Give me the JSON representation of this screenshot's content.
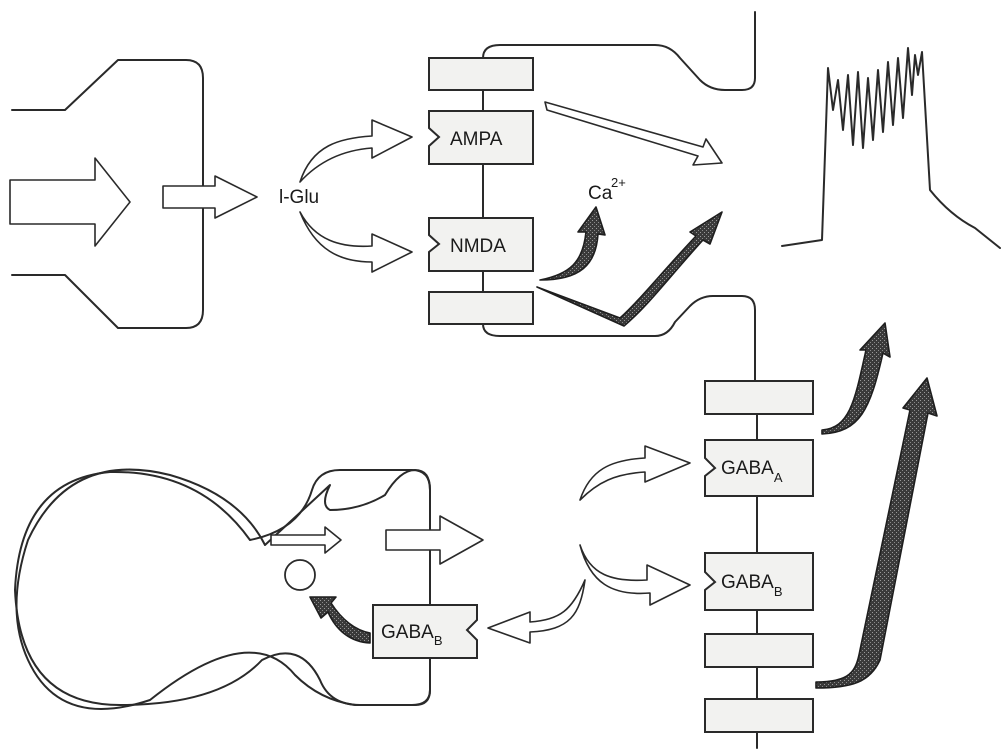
{
  "labels": {
    "glutamate": "l-Glu",
    "ampa": "AMPA",
    "nmda": "NMDA",
    "calcium": "Ca",
    "calcium_charge": "2+",
    "gaba": "GABA",
    "sub_a": "A",
    "sub_b": "B"
  },
  "colors": {
    "line": "#2a2a2a",
    "receptor_fill": "#f2f2f0",
    "dark_arrow": "#4a4a4a"
  }
}
